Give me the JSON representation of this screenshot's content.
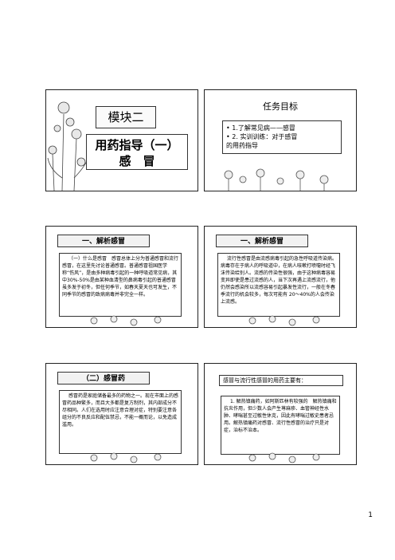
{
  "slide1": {
    "module": "模块二",
    "title_line1": "用药指导（一）",
    "title_line2": "感　冒"
  },
  "slide2": {
    "heading": "任务目标",
    "goals": [
      "• 1.了解常见病——感冒",
      "• 2. 实训训练：对于感冒",
      "   的用药指导"
    ]
  },
  "slide3": {
    "heading": "一、解析感冒",
    "text": "（一）什么是感冒　感冒总体上分为普通感冒和流行感冒，在这里先讨论普通感冒。普通感冒祖国医学称“伤风”，是由多种病毒引起的一种呼吸道常见病，其中30%-50%是由某种血清型的鼻病毒引起的普通感冒虽多发于初冬，但任何季节，如春天夏天也可发生，不同季节的感冒的致病病毒并非完全一样。"
  },
  "slide4": {
    "heading": "一、解析感冒",
    "text": "流行性感冒是由流感病毒引起的急性呼吸道传染病。病毒存在于病人的呼吸道中，在病人咳嗽打喷嚏时经飞沫传染给别人。流感的传染性很强，由于这种病毒容易变异即使是患过流感的人，当下次再遇上流感流行，他仍然会感染所以流感容易引起暴发性流行，一般在冬春季流行的机会较多，每次可能有 20～40%的人会传染上流感。"
  },
  "slide5": {
    "heading": "（二）感冒药",
    "text": "感冒药是家庭储备最多的药物之一。现在市面上的感冒药品种繁多，而且大多都是复方制剂，其内部成分不尽相同。人们在选用时应注意合理对症，特别要注意各组分的不良反应和配伍禁忌，不能一概而论，以免造成滥用。"
  },
  "slide6": {
    "heading": "感冒与流行性感冒的用药主要有：",
    "text": "1. 解热镇痛药，如阿斯匹林有较强的　解热镇痛和抗炎作用，但少数人会产生荨麻疹、血管神经性水肿、哮喘甚至过敏性休克，因此有哮喘过敏史患者忌用。解热镇痛药对感冒、流行性感冒的治疗只是对症，治标不治本。"
  },
  "page_number": "1"
}
